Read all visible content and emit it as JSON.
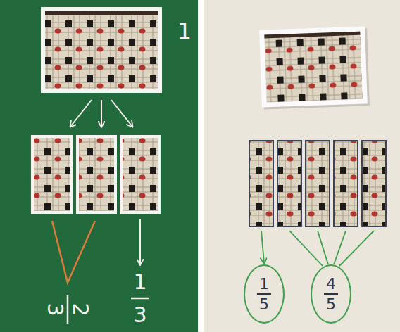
{
  "diagram": {
    "nodes": [
      {
        "text": [
          "1",
          "5"
        ]
      },
      {
        "text": [
          "4",
          "5"
        ]
      }
    ],
    "labels": [
      "1",
      "2",
      "3",
      "1",
      "3"
    ]
  }
}
